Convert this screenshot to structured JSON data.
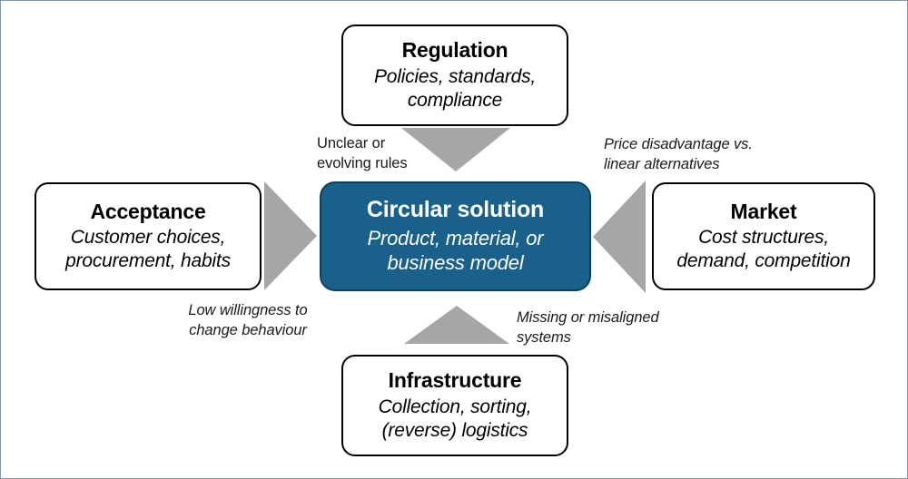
{
  "diagram": {
    "center": {
      "title": "Circular solution",
      "subtitle": "Product, material, or business model",
      "fill_color": "#19608A",
      "text_color": "#FFFFFF"
    },
    "nodes": [
      {
        "id": "regulation",
        "title": "Regulation",
        "subtitle": "Policies, standards, compliance",
        "position": "top"
      },
      {
        "id": "acceptance",
        "title": "Acceptance",
        "subtitle": "Customer choices, procurement, habits",
        "position": "left"
      },
      {
        "id": "market",
        "title": "Market",
        "subtitle": "Cost structures, demand, competition",
        "position": "right"
      },
      {
        "id": "infrastructure",
        "title": "Infrastructure",
        "subtitle": "Collection, sorting, (reverse) logistics",
        "position": "bottom"
      }
    ],
    "arrows": [
      {
        "id": "regulation-to-center",
        "direction": "down",
        "color": "#A6A6A6"
      },
      {
        "id": "acceptance-to-center",
        "direction": "right",
        "color": "#A6A6A6"
      },
      {
        "id": "market-to-center",
        "direction": "left",
        "color": "#A6A6A6"
      },
      {
        "id": "infrastructure-to-center",
        "direction": "up",
        "color": "#A6A6A6"
      }
    ],
    "annotations": [
      {
        "id": "regulation-barrier",
        "text": "Unclear or\nevolving rules",
        "style": "regular"
      },
      {
        "id": "market-barrier",
        "text": "Price disadvantage vs.\nlinear alternatives",
        "style": "italic"
      },
      {
        "id": "acceptance-barrier",
        "text": "Low willingness to\nchange behaviour",
        "style": "italic"
      },
      {
        "id": "infrastructure-barrier",
        "text": "Missing or misaligned\nsystems",
        "style": "italic"
      }
    ]
  }
}
